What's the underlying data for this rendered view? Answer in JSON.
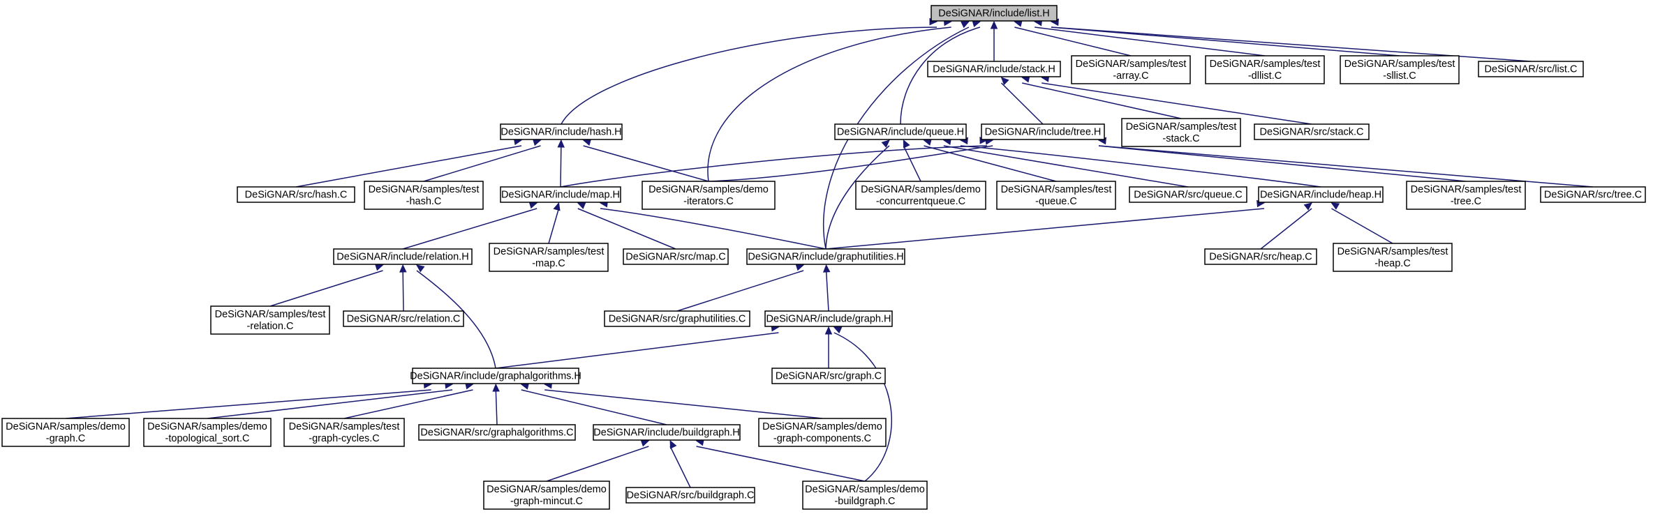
{
  "diagram": {
    "type": "include-dependency-graph",
    "colors": {
      "edge": "#191970",
      "root_fill": "#bfbfbf",
      "node_fill": "#ffffff",
      "node_border": "#000000"
    },
    "nodes": [
      {
        "id": "list_h",
        "lines": [
          "DeSiGNAR/include/list.H"
        ],
        "root": true
      },
      {
        "id": "stack_h",
        "lines": [
          "DeSiGNAR/include/stack.H"
        ]
      },
      {
        "id": "test_array_c",
        "lines": [
          "DeSiGNAR/samples/test",
          "-array.C"
        ]
      },
      {
        "id": "test_dllist_c",
        "lines": [
          "DeSiGNAR/samples/test",
          "-dllist.C"
        ]
      },
      {
        "id": "test_sllist_c",
        "lines": [
          "DeSiGNAR/samples/test",
          "-sllist.C"
        ]
      },
      {
        "id": "src_list_c",
        "lines": [
          "DeSiGNAR/src/list.C"
        ]
      },
      {
        "id": "hash_h",
        "lines": [
          "DeSiGNAR/include/hash.H"
        ]
      },
      {
        "id": "queue_h",
        "lines": [
          "DeSiGNAR/include/queue.H"
        ]
      },
      {
        "id": "tree_h",
        "lines": [
          "DeSiGNAR/include/tree.H"
        ]
      },
      {
        "id": "test_stack_c",
        "lines": [
          "DeSiGNAR/samples/test",
          "-stack.C"
        ]
      },
      {
        "id": "src_stack_c",
        "lines": [
          "DeSiGNAR/src/stack.C"
        ]
      },
      {
        "id": "src_hash_c",
        "lines": [
          "DeSiGNAR/src/hash.C"
        ]
      },
      {
        "id": "test_hash_c",
        "lines": [
          "DeSiGNAR/samples/test",
          "-hash.C"
        ]
      },
      {
        "id": "map_h",
        "lines": [
          "DeSiGNAR/include/map.H"
        ]
      },
      {
        "id": "demo_iterators_c",
        "lines": [
          "DeSiGNAR/samples/demo",
          "-iterators.C"
        ]
      },
      {
        "id": "demo_concurrentqueue_c",
        "lines": [
          "DeSiGNAR/samples/demo",
          "-concurrentqueue.C"
        ]
      },
      {
        "id": "test_queue_c",
        "lines": [
          "DeSiGNAR/samples/test",
          "-queue.C"
        ]
      },
      {
        "id": "src_queue_c",
        "lines": [
          "DeSiGNAR/src/queue.C"
        ]
      },
      {
        "id": "heap_h",
        "lines": [
          "DeSiGNAR/include/heap.H"
        ]
      },
      {
        "id": "test_tree_c",
        "lines": [
          "DeSiGNAR/samples/test",
          "-tree.C"
        ]
      },
      {
        "id": "src_tree_c",
        "lines": [
          "DeSiGNAR/src/tree.C"
        ]
      },
      {
        "id": "relation_h",
        "lines": [
          "DeSiGNAR/include/relation.H"
        ]
      },
      {
        "id": "test_map_c",
        "lines": [
          "DeSiGNAR/samples/test",
          "-map.C"
        ]
      },
      {
        "id": "src_map_c",
        "lines": [
          "DeSiGNAR/src/map.C"
        ]
      },
      {
        "id": "graphutilities_h",
        "lines": [
          "DeSiGNAR/include/graphutilities.H"
        ]
      },
      {
        "id": "src_heap_c",
        "lines": [
          "DeSiGNAR/src/heap.C"
        ]
      },
      {
        "id": "test_heap_c",
        "lines": [
          "DeSiGNAR/samples/test",
          "-heap.C"
        ]
      },
      {
        "id": "test_relation_c",
        "lines": [
          "DeSiGNAR/samples/test",
          "-relation.C"
        ]
      },
      {
        "id": "src_relation_c",
        "lines": [
          "DeSiGNAR/src/relation.C"
        ]
      },
      {
        "id": "src_graphutilities_c",
        "lines": [
          "DeSiGNAR/src/graphutilities.C"
        ]
      },
      {
        "id": "graph_h",
        "lines": [
          "DeSiGNAR/include/graph.H"
        ]
      },
      {
        "id": "graphalgorithms_h",
        "lines": [
          "DeSiGNAR/include/graphalgorithms.H"
        ]
      },
      {
        "id": "src_graph_c",
        "lines": [
          "DeSiGNAR/src/graph.C"
        ]
      },
      {
        "id": "demo_graph_c",
        "lines": [
          "DeSiGNAR/samples/demo",
          "-graph.C"
        ]
      },
      {
        "id": "demo_topological_sort_c",
        "lines": [
          "DeSiGNAR/samples/demo",
          "-topological_sort.C"
        ]
      },
      {
        "id": "test_graph_cycles_c",
        "lines": [
          "DeSiGNAR/samples/test",
          "-graph-cycles.C"
        ]
      },
      {
        "id": "src_graphalgorithms_c",
        "lines": [
          "DeSiGNAR/src/graphalgorithms.C"
        ]
      },
      {
        "id": "buildgraph_h",
        "lines": [
          "DeSiGNAR/include/buildgraph.H"
        ]
      },
      {
        "id": "demo_graph_components_c",
        "lines": [
          "DeSiGNAR/samples/demo",
          "-graph-components.C"
        ]
      },
      {
        "id": "demo_graph_mincut_c",
        "lines": [
          "DeSiGNAR/samples/demo",
          "-graph-mincut.C"
        ]
      },
      {
        "id": "src_buildgraph_c",
        "lines": [
          "DeSiGNAR/src/buildgraph.C"
        ]
      },
      {
        "id": "demo_buildgraph_c",
        "lines": [
          "DeSiGNAR/samples/demo",
          "-buildgraph.C"
        ]
      }
    ],
    "edges": [
      {
        "from": "list_h",
        "to": "stack_h"
      },
      {
        "from": "list_h",
        "to": "test_array_c"
      },
      {
        "from": "list_h",
        "to": "test_dllist_c"
      },
      {
        "from": "list_h",
        "to": "test_sllist_c"
      },
      {
        "from": "list_h",
        "to": "src_list_c"
      },
      {
        "from": "list_h",
        "to": "hash_h"
      },
      {
        "from": "list_h",
        "to": "demo_iterators_c"
      },
      {
        "from": "list_h",
        "to": "graphutilities_h"
      },
      {
        "from": "list_h",
        "to": "queue_h"
      },
      {
        "from": "stack_h",
        "to": "tree_h"
      },
      {
        "from": "stack_h",
        "to": "test_stack_c"
      },
      {
        "from": "stack_h",
        "to": "src_stack_c"
      },
      {
        "from": "hash_h",
        "to": "src_hash_c"
      },
      {
        "from": "hash_h",
        "to": "test_hash_c"
      },
      {
        "from": "hash_h",
        "to": "map_h"
      },
      {
        "from": "hash_h",
        "to": "demo_iterators_c"
      },
      {
        "from": "queue_h",
        "to": "graphutilities_h"
      },
      {
        "from": "queue_h",
        "to": "demo_concurrentqueue_c"
      },
      {
        "from": "queue_h",
        "to": "test_queue_c"
      },
      {
        "from": "queue_h",
        "to": "src_queue_c"
      },
      {
        "from": "queue_h",
        "to": "heap_h"
      },
      {
        "from": "tree_h",
        "to": "map_h"
      },
      {
        "from": "tree_h",
        "to": "demo_iterators_c"
      },
      {
        "from": "tree_h",
        "to": "test_tree_c"
      },
      {
        "from": "tree_h",
        "to": "src_tree_c"
      },
      {
        "from": "map_h",
        "to": "relation_h"
      },
      {
        "from": "map_h",
        "to": "test_map_c"
      },
      {
        "from": "map_h",
        "to": "src_map_c"
      },
      {
        "from": "map_h",
        "to": "graphutilities_h"
      },
      {
        "from": "heap_h",
        "to": "graphutilities_h"
      },
      {
        "from": "heap_h",
        "to": "src_heap_c"
      },
      {
        "from": "heap_h",
        "to": "test_heap_c"
      },
      {
        "from": "relation_h",
        "to": "test_relation_c"
      },
      {
        "from": "relation_h",
        "to": "src_relation_c"
      },
      {
        "from": "relation_h",
        "to": "graphalgorithms_h"
      },
      {
        "from": "graphutilities_h",
        "to": "src_graphutilities_c"
      },
      {
        "from": "graphutilities_h",
        "to": "graph_h"
      },
      {
        "from": "graph_h",
        "to": "graphalgorithms_h"
      },
      {
        "from": "graph_h",
        "to": "src_graph_c"
      },
      {
        "from": "graph_h",
        "to": "demo_buildgraph_c"
      },
      {
        "from": "graphalgorithms_h",
        "to": "demo_graph_c"
      },
      {
        "from": "graphalgorithms_h",
        "to": "demo_topological_sort_c"
      },
      {
        "from": "graphalgorithms_h",
        "to": "test_graph_cycles_c"
      },
      {
        "from": "graphalgorithms_h",
        "to": "src_graphalgorithms_c"
      },
      {
        "from": "graphalgorithms_h",
        "to": "buildgraph_h"
      },
      {
        "from": "graphalgorithms_h",
        "to": "demo_graph_components_c"
      },
      {
        "from": "buildgraph_h",
        "to": "demo_graph_mincut_c"
      },
      {
        "from": "buildgraph_h",
        "to": "src_buildgraph_c"
      },
      {
        "from": "buildgraph_h",
        "to": "demo_buildgraph_c"
      }
    ]
  }
}
